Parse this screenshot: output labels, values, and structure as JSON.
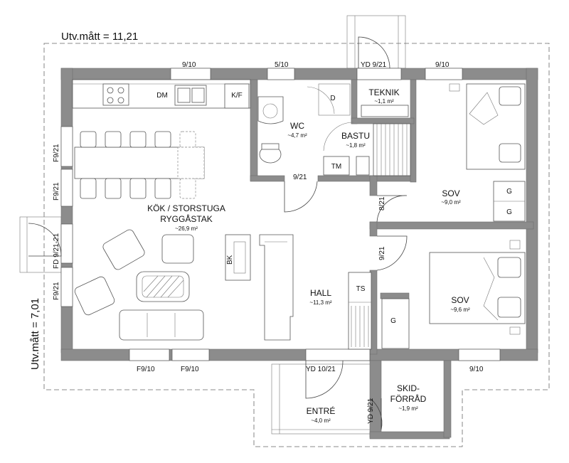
{
  "outer_dimensions": {
    "width_label": "Utv.mått = 11,21",
    "depth_label": "Utv.mått = 7,01"
  },
  "rooms": {
    "kitchen": {
      "name_line1": "KÖK / STORSTUGA",
      "name_line2": "RYGGÅSTAK",
      "area": "~26,9 m²"
    },
    "wc": {
      "name": "WC",
      "area": "~4,7 m²"
    },
    "teknik": {
      "name": "TEKNIK",
      "area": "~1,1 m²"
    },
    "bastu": {
      "name": "BASTU",
      "area": "~1,8 m²"
    },
    "sov1": {
      "name": "SOV",
      "area": "~9,0 m²"
    },
    "sov2": {
      "name": "SOV",
      "area": "~9,6 m²"
    },
    "hall": {
      "name": "HALL",
      "area": "~11,3 m²"
    },
    "entre": {
      "name": "ENTRÉ",
      "area": "~4,0 m²"
    },
    "skid": {
      "name_line1": "SKID-",
      "name_line2": "FÖRRÅD",
      "area": "~1,9 m²"
    }
  },
  "fixtures": {
    "dm": "DM",
    "kf": "K/F",
    "dryer": "D",
    "tm": "TM",
    "bk": "BK",
    "ts": "TS",
    "g1": "G",
    "g2": "G",
    "g3": "G"
  },
  "openings": {
    "top_win_1": "9/10",
    "top_win_2": "5/10",
    "top_door_teknik": "YD 9/21",
    "top_win_3": "9/10",
    "left_win_1": "F9/21",
    "left_win_2": "F9/21",
    "left_door": "FD 9/21-21",
    "left_win_3": "F9/21",
    "bottom_win_1": "F9/10",
    "bottom_win_2": "F9/10",
    "entry_door": "YD 10/21",
    "bottom_win_3": "9/10",
    "wc_door": "9/21",
    "sov1_door": "8/21",
    "sov2_door": "9/21",
    "skid_door": "YD 9/21"
  }
}
